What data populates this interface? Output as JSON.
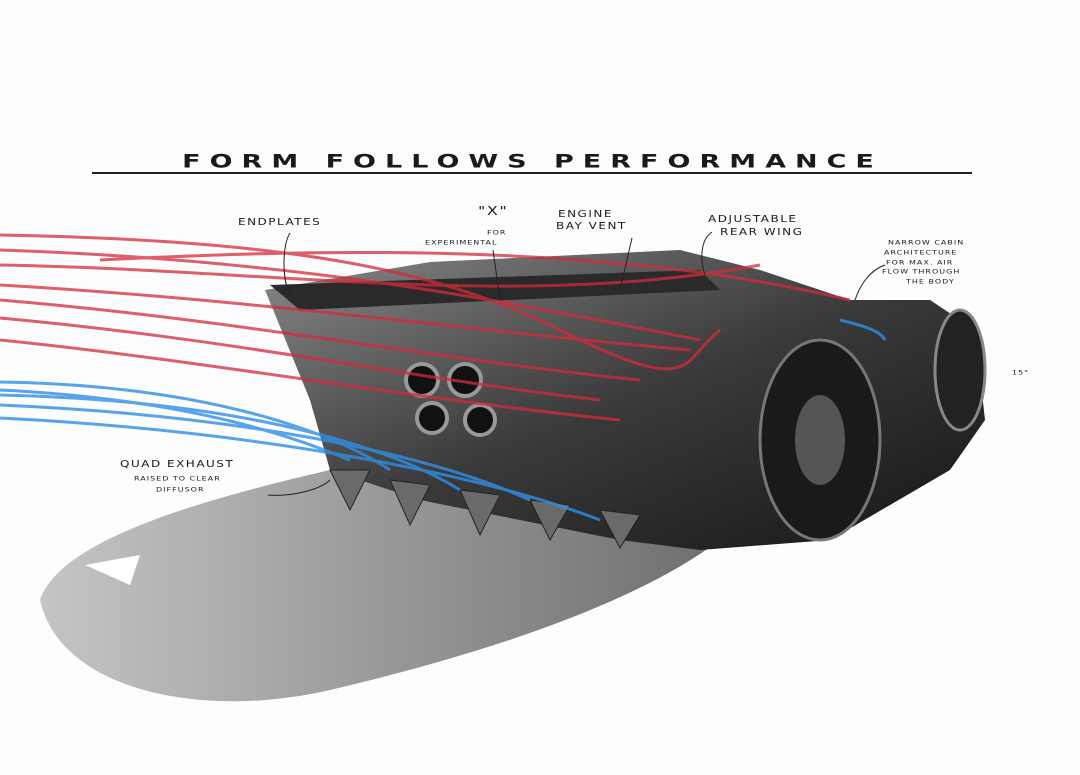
{
  "title": "FORM FOLLOWS PERFORMANCE",
  "annotations": {
    "endplates": "ENDPLATES",
    "x_mark": "\"X\"",
    "x_for": "FOR",
    "x_experimental": "EXPERIMENTAL",
    "engine_line1": "ENGINE",
    "engine_line2": "BAY VENT",
    "wing_line1": "ADJUSTABLE",
    "wing_line2": "REAR WING",
    "cabin_line1": "NARROW CABIN",
    "cabin_line2": "ARCHITECTURE",
    "cabin_line3": "FOR MAX. AIR",
    "cabin_line4": "FLOW THROUGH",
    "cabin_line5": "THE BODY",
    "exhaust_line1": "QUAD EXHAUST",
    "exhaust_line2": "RAISED TO CLEAR",
    "exhaust_line3": "DIFFUSOR",
    "angle": "15°"
  },
  "colors": {
    "hot_flow": "#d42a3a",
    "cool_flow": "#2f8fe6",
    "body": "#3a3a3a"
  }
}
